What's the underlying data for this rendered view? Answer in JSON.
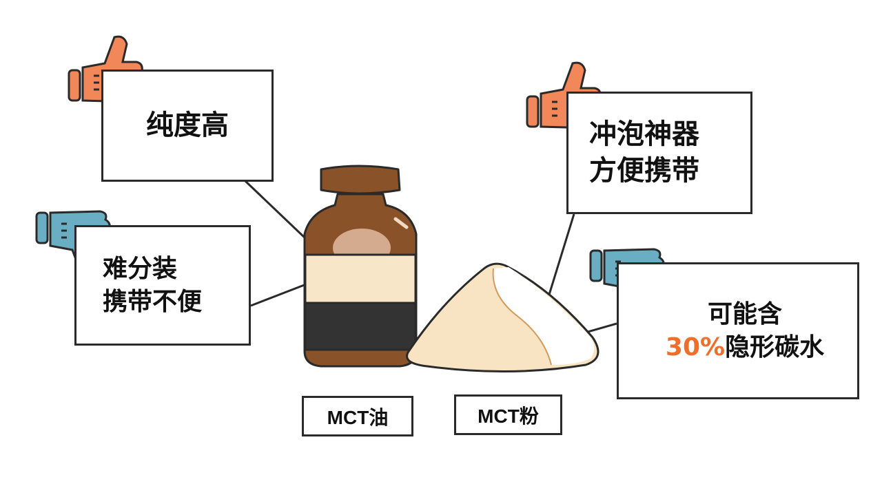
{
  "pros": {
    "oil": [
      "纯度高"
    ],
    "powder": [
      "冲泡神器",
      "方便携带"
    ]
  },
  "cons": {
    "oil": [
      "难分装",
      "携带不便"
    ],
    "powder": {
      "line1": "可能含",
      "highlight": "30%",
      "line2_rest": "隐形碳水"
    }
  },
  "labels": {
    "oil": "MCT油",
    "powder": "MCT粉"
  },
  "icons": {
    "pro": "thumbs-up-icon",
    "con": "thumbs-down-icon"
  },
  "colors": {
    "thumbs_up": "#f2875a",
    "thumbs_down": "#6aaec4",
    "bottle_brown": "#8a5228",
    "bottle_label": "#f7e7c8",
    "bottle_band": "#333333",
    "powder": "#f8e4c3",
    "highlight": "#ee6f2d"
  }
}
